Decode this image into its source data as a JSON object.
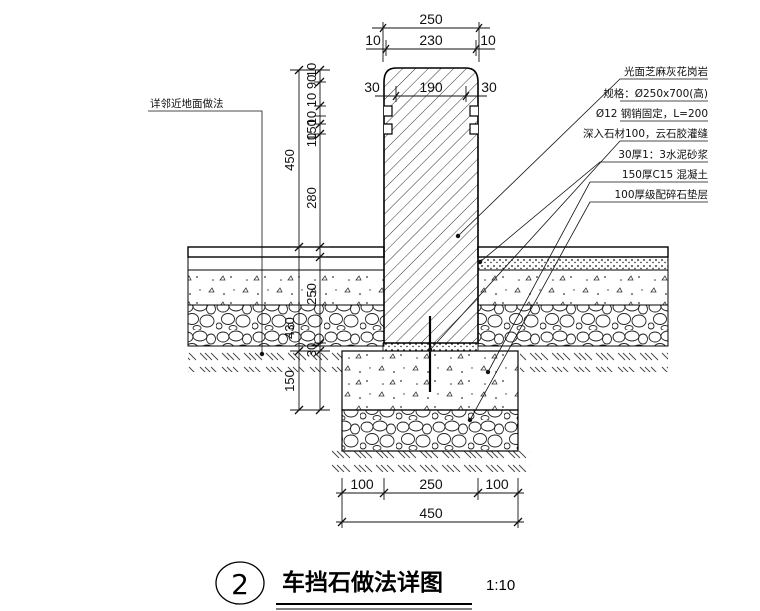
{
  "title": {
    "number": "2",
    "text": "车挡石做法详图",
    "scale": "1:10"
  },
  "notes": {
    "left_note": "详邻近地面做法",
    "callouts": [
      "光面芝麻灰花岗岩",
      "规格：Ø250x700(高)",
      "Ø12 钢销固定，L=200",
      "深入石材100，云石胶灌缝",
      "30厚1：3水泥砂浆",
      "150厚C15 混凝土",
      "100厚级配碎石垫层"
    ]
  },
  "dimensions": {
    "top_overall": "250",
    "top_side_left": "10",
    "top_middle": "230",
    "top_side_right": "10",
    "chamfer_left": "30",
    "chamfer_middle": "190",
    "chamfer_right": "30",
    "left_outer_total": "450",
    "left_outer_lower": "150",
    "left_inner_top": "10",
    "left_inner_10_90_10_10": "10 10 90",
    "left_inner_150": "150",
    "left_inner_280": "280",
    "left_inner_250": "250",
    "left_inner_430": "430",
    "left_inner_30": "30",
    "left_inner_10b": "10",
    "bottom_left": "100",
    "bottom_middle": "250",
    "bottom_right": "100",
    "bottom_overall": "450"
  }
}
